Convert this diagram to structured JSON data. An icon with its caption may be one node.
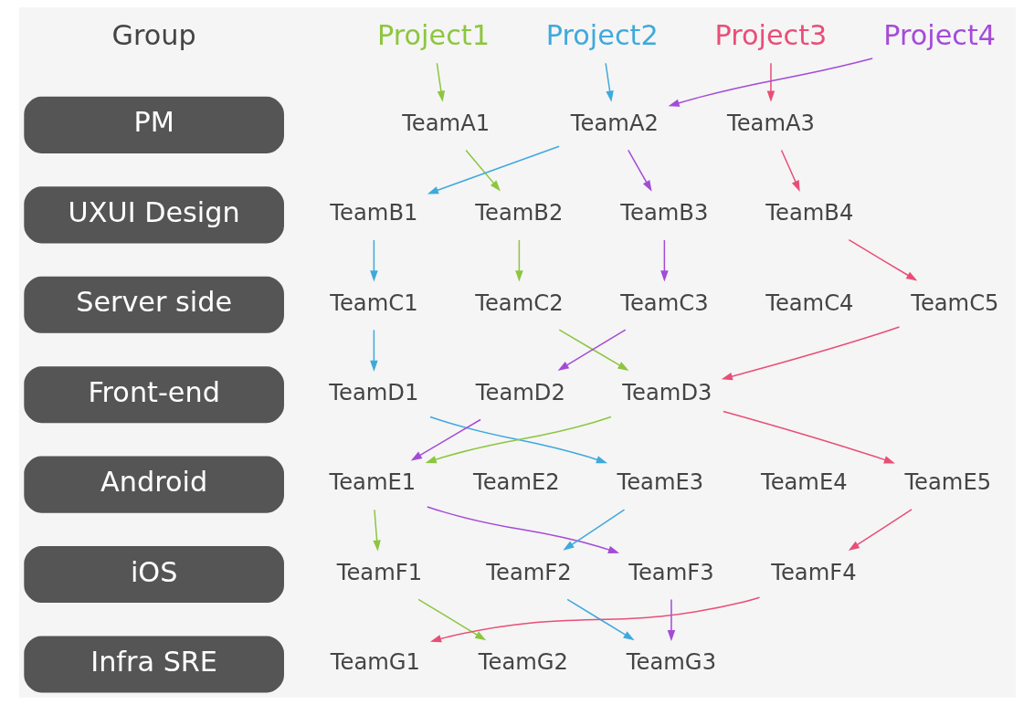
{
  "diagram": {
    "nodes": [
      {
        "text": [
          "Project1"
        ]
      },
      {
        "text": [
          "Project2"
        ]
      },
      {
        "text": [
          "Project3"
        ]
      },
      {
        "text": [
          "Project4"
        ]
      },
      {
        "text": [
          "PM"
        ]
      },
      {
        "text": [
          "TeamA1"
        ]
      },
      {
        "text": [
          "TeamA2"
        ]
      },
      {
        "text": [
          "TeamA3"
        ]
      },
      {
        "text": [
          "UXUI Design"
        ]
      },
      {
        "text": [
          "TeamB1"
        ]
      },
      {
        "text": [
          "TeamB2"
        ]
      },
      {
        "text": [
          "TeamB3"
        ]
      },
      {
        "text": [
          "TeamB4"
        ]
      },
      {
        "text": [
          "Server side"
        ]
      },
      {
        "text": [
          "TeamC1"
        ]
      },
      {
        "text": [
          "TeamC2"
        ]
      },
      {
        "text": [
          "TeamC3"
        ]
      },
      {
        "text": [
          "TeamC4"
        ]
      },
      {
        "text": [
          "TeamC5"
        ]
      },
      {
        "text": [
          "Front-end"
        ]
      },
      {
        "text": [
          "TeamD1"
        ]
      },
      {
        "text": [
          "TeamD2"
        ]
      },
      {
        "text": [
          "TeamD3"
        ]
      },
      {
        "text": [
          "Android"
        ]
      },
      {
        "text": [
          "TeamE1"
        ]
      },
      {
        "text": [
          "TeamE2"
        ]
      },
      {
        "text": [
          "TeamE3"
        ]
      },
      {
        "text": [
          "TeamE4"
        ]
      },
      {
        "text": [
          "TeamE5"
        ]
      },
      {
        "text": [
          "iOS"
        ]
      },
      {
        "text": [
          "TeamF1"
        ]
      },
      {
        "text": [
          "TeamF2"
        ]
      },
      {
        "text": [
          "TeamF3"
        ]
      },
      {
        "text": [
          "TeamF4"
        ]
      },
      {
        "text": [
          "Infra SRE"
        ]
      },
      {
        "text": [
          "TeamG1"
        ]
      },
      {
        "text": [
          "TeamG2"
        ]
      },
      {
        "text": [
          "TeamG3"
        ]
      }
    ],
    "edges": [
      {
        "from": 0,
        "to": 5,
        "arrow": "to",
        "color": "#8dc63f"
      },
      {
        "from": 5,
        "to": 10,
        "arrow": "to",
        "color": "#8dc63f"
      },
      {
        "from": 10,
        "to": 15,
        "arrow": "to",
        "color": "#8dc63f"
      },
      {
        "from": 15,
        "to": 22,
        "arrow": "to",
        "color": "#8dc63f"
      },
      {
        "from": 22,
        "to": 24,
        "arrow": "to",
        "color": "#8dc63f"
      },
      {
        "from": 24,
        "to": 30,
        "arrow": "to",
        "color": "#8dc63f"
      },
      {
        "from": 30,
        "to": 36,
        "arrow": "to",
        "color": "#8dc63f"
      },
      {
        "from": 1,
        "to": 6,
        "arrow": "to",
        "color": "#3fa9dc"
      },
      {
        "from": 6,
        "to": 9,
        "arrow": "to",
        "color": "#3fa9dc"
      },
      {
        "from": 9,
        "to": 14,
        "arrow": "to",
        "color": "#3fa9dc"
      },
      {
        "from": 14,
        "to": 20,
        "arrow": "to",
        "color": "#3fa9dc"
      },
      {
        "from": 20,
        "to": 26,
        "arrow": "to",
        "color": "#3fa9dc"
      },
      {
        "from": 26,
        "to": 31,
        "arrow": "to",
        "color": "#3fa9dc"
      },
      {
        "from": 31,
        "to": 37,
        "arrow": "to",
        "color": "#3fa9dc"
      },
      {
        "from": 2,
        "to": 7,
        "arrow": "to",
        "color": "#e94e77"
      },
      {
        "from": 7,
        "to": 12,
        "arrow": "to",
        "color": "#e94e77"
      },
      {
        "from": 12,
        "to": 18,
        "arrow": "to",
        "color": "#e94e77"
      },
      {
        "from": 18,
        "to": 22,
        "arrow": "to",
        "color": "#e94e77"
      },
      {
        "from": 22,
        "to": 28,
        "arrow": "to",
        "color": "#e94e77"
      },
      {
        "from": 28,
        "to": 33,
        "arrow": "to",
        "color": "#e94e77"
      },
      {
        "from": 33,
        "to": 35,
        "arrow": "to",
        "color": "#e94e77"
      },
      {
        "from": 3,
        "to": 6,
        "arrow": "to",
        "color": "#a44bd8"
      },
      {
        "from": 6,
        "to": 11,
        "arrow": "to",
        "color": "#a44bd8"
      },
      {
        "from": 11,
        "to": 16,
        "arrow": "to",
        "color": "#a44bd8"
      },
      {
        "from": 16,
        "to": 21,
        "arrow": "to",
        "color": "#a44bd8"
      },
      {
        "from": 21,
        "to": 24,
        "arrow": "to",
        "color": "#a44bd8"
      },
      {
        "from": 24,
        "to": 32,
        "arrow": "to",
        "color": "#a44bd8"
      },
      {
        "from": 32,
        "to": 37,
        "arrow": "to",
        "color": "#a44bd8"
      }
    ],
    "labels": [
      "Group"
    ]
  }
}
